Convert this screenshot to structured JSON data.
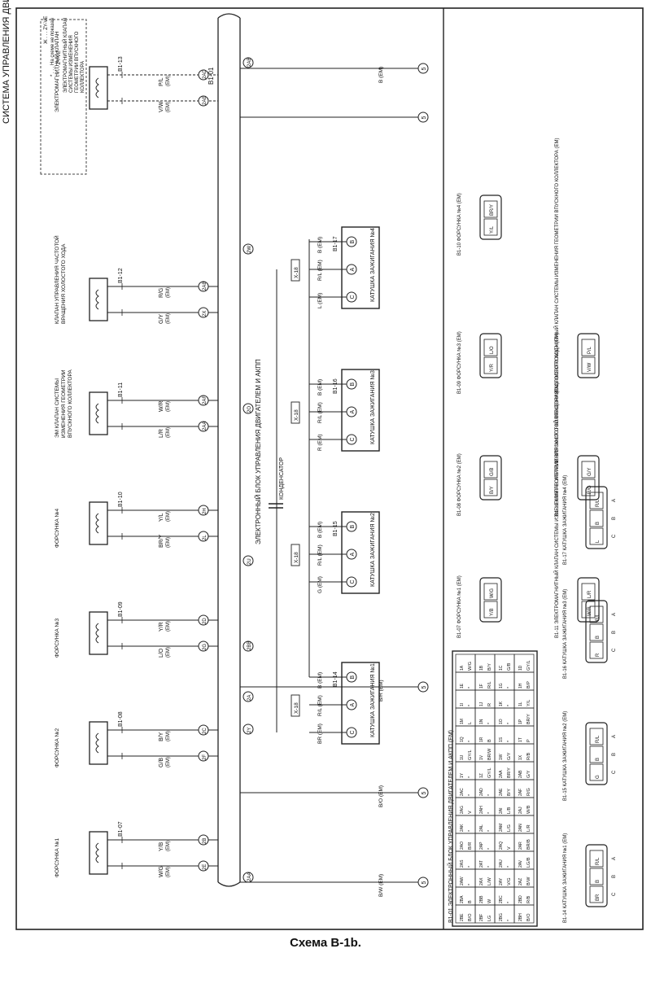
{
  "page": {
    "title": "СИСТЕМА УПРАВЛЕНИЯ ДВИГАТЕЛЕМ И АКПП",
    "caption": "Схема B-1b."
  },
  "ecu": {
    "label": "ЭЛЕКТРОННЫЙ БЛОК УПРАВЛЕНИЯ ДВИГАТЕЛЕМ И АКПП",
    "connector_id": "B1-01",
    "connector_id_right": "B1-01"
  },
  "legend": {
    "line1": "Ж . . . ZY-VE",
    "line2": "* . . . На схеме не показан",
    "line3": "- - - - ZY-VE",
    "line4": "ЭЛЕКТРОМАГНИТНЫЙ КЛАПАН",
    "line5": "СИСТЕМЫ ИЗМЕНЕНИЯ",
    "line6": "ГЕОМЕТРИИ ВПУСКНОГО",
    "line7": "КОЛЛЕКТОРА"
  },
  "components": [
    {
      "name": "ФОРСУНКА №1",
      "conn": "B1-07",
      "w1": "W/G",
      "w1s": "(EM)",
      "w2": "Y/B",
      "w2s": "(EM)",
      "p1": "2E",
      "p2": "2B"
    },
    {
      "name": "ФОРСУНКА №2",
      "conn": "B1-08",
      "w1": "G/B",
      "w1s": "(EM)",
      "w2": "B/Y",
      "w2s": "(EM)",
      "p1": "2F",
      "p2": "2C"
    },
    {
      "name": "ФОРСУНКА №3",
      "conn": "B1-09",
      "w1": "L/O",
      "w1s": "(EM)",
      "w2": "Y/R",
      "w2s": "(EM)",
      "p1": "2G",
      "p2": "2D"
    },
    {
      "name": "ФОРСУНКА №4",
      "conn": "B1-10",
      "w1": "BR/Y",
      "w1s": "(EM)",
      "w2": "Y/L",
      "w2s": "(EM)",
      "p1": "2L",
      "p2": "2H"
    },
    {
      "name": "ЭМ КЛАПАН СИСТЕМЫ ИЗМЕНЕНИЯ ГЕОМЕТРИИ ВПУСКНОГО КОЛЛЕКТОРА",
      "conn": "B1-11",
      "w1": "L/R",
      "w1s": "(EM)",
      "w2": "W/R",
      "w2s": "(EM)",
      "p1": "2AA",
      "p2": "2AF"
    },
    {
      "name": "КЛАПАН УПРАВЛЕНИЯ ЧАСТОТОЙ ВРАЩЕНИЯ ХОЛОСТОГО ХОДА",
      "conn": "B1-12",
      "w1": "G/Y",
      "w1s": "(EM)",
      "w2": "R/G",
      "w2s": "(EM)",
      "p1": "2X",
      "p2": "2AB"
    },
    {
      "name": "ЭЛЕКТРОМАГНИТНЫЙ КЛАПАН",
      "conn": "B1-13",
      "w1": "V/W",
      "w1s": "(EM)",
      "w2": "P/L",
      "w2s": "(EM)",
      "p1": "2AE",
      "p2": "2AD"
    }
  ],
  "coils": [
    {
      "name": "КАТУШКА ЗАЖИГАНИЯ №1",
      "conn": "B1-14",
      "c": "C",
      "a": "A",
      "b": "B",
      "wc": "BR (EM)",
      "wa": "R/L (EM)",
      "wb": "B (EM)"
    },
    {
      "name": "КАТУШКА ЗАЖИГАНИЯ №2",
      "conn": "B1-15",
      "c": "C",
      "a": "A",
      "b": "B",
      "wc": "G (EM)",
      "wa": "R/L (EM)",
      "wb": "B (EM)"
    },
    {
      "name": "КАТУШКА ЗАЖИГАНИЯ №3",
      "conn": "B1-16",
      "c": "C",
      "a": "A",
      "b": "B",
      "wc": "R (EM)",
      "wa": "R/L (EM)",
      "wb": "B (EM)"
    },
    {
      "name": "КАТУШКА ЗАЖИГАНИЯ №4",
      "conn": "B1-17",
      "c": "C",
      "a": "A",
      "b": "B",
      "wc": "L (EM)",
      "wa": "R/L (EM)",
      "wb": "B (EM)"
    }
  ],
  "ecu_pins": {
    "p2y": "2Y",
    "p2a": "2A",
    "p2u": "2U",
    "p2o": "2O",
    "p2w": "2W",
    "p2ab2": "2AB",
    "p2aa2": "2AA",
    "p2bb": "2BB"
  },
  "grounds": [
    {
      "label": "5",
      "wire": "B/W (EM)",
      "pin": "2AA"
    },
    {
      "label": "5",
      "wire": "B/O (EM)",
      "pin": "2BB"
    },
    {
      "label": "5",
      "wire": "B/R (EM)",
      "pin": "2BB"
    },
    {
      "label": "5",
      "wire": "",
      "pin": ""
    },
    {
      "label": "5",
      "wire": "B (EM)",
      "pin": ""
    }
  ],
  "junctions": {
    "x18": "X-18",
    "capacitor": "КОНДЕНСАТОР"
  },
  "lower": {
    "ecu_view_title": "B1-01 ЭЛЕКТРОННЫЙ БЛОК УПРАВЛЕНИЯ ДВИГАТЕЛЕМ И АКПП (EM)",
    "cells": [
      {
        "title": "B1-07 ФОРСУНКА №1 (EM)",
        "pins": [
          "Y/B",
          "W/G"
        ]
      },
      {
        "title": "B1-08 ФОРСУНКА №2 (EM)",
        "pins": [
          "B/Y",
          "G/B"
        ]
      },
      {
        "title": "B1-09 ФОРСУНКА №3 (EM)",
        "pins": [
          "Y/R",
          "L/O"
        ]
      },
      {
        "title": "B1-10 ФОРСУНКА №4 (EM)",
        "pins": [
          "Y/L",
          "BR/Y"
        ]
      },
      {
        "title": "B1-11 ЭЛЕКТРОМАГНИТНЫЙ КЛАПАН СИСТЕМЫ ИЗМЕНЕНИЯ ГЕОМЕТРИИ ВПУСКНОГО КОЛЛЕКТОРА (EM)",
        "pins": [
          "W/R",
          "L/R"
        ]
      },
      {
        "title": "B1-12 КЛАПАН УПРАВЛЕНИЯ ЧАСТОТОЙ ВРАЩЕНИЯ ХОЛОСТОГО ХОДА (EM)",
        "pins": [
          "R/G",
          "G/Y"
        ]
      },
      {
        "title": "B1-13 ЭЛЕКТРОМАГНИТНЫЙ КЛАПАН СИСТЕМЫ ИЗМЕНЕНИЯ ГЕОМЕТРИИ ВПУСКНОГО КОЛЛЕКТОРА (EM)",
        "pins": [
          "V/W",
          "P/L"
        ]
      },
      {
        "title": "B1-14 КАТУШКА ЗАЖИГАНИЯ №1 (EM)",
        "pins": [
          "BR",
          "B",
          "R/L"
        ],
        "letters": [
          "C",
          "B",
          "A"
        ]
      },
      {
        "title": "B1-15 КАТУШКА ЗАЖИГАНИЯ №2 (EM)",
        "pins": [
          "G",
          "B",
          "R/L"
        ],
        "letters": [
          "C",
          "B",
          "A"
        ]
      },
      {
        "title": "B1-16 КАТУШКА ЗАЖИГАНИЯ №3 (EM)",
        "pins": [
          "R",
          "B",
          "R/L"
        ],
        "letters": [
          "C",
          "B",
          "A"
        ]
      },
      {
        "title": "B1-17 КАТУШКА ЗАЖИГАНИЯ №4 (EM)",
        "pins": [
          "L",
          "B",
          "R/L"
        ],
        "letters": [
          "C",
          "B",
          "A"
        ]
      }
    ],
    "grid_rows": [
      [
        "2BE B/O",
        "2BA B",
        "2AW *",
        "2AS *",
        "2AO B/R",
        "2AK *",
        "2AG V",
        "2AC *",
        "1Y *",
        "1U GY/L",
        "1Q *",
        "1M L",
        "1I *",
        "1E *",
        "1A W/G"
      ],
      [
        "2BF LG",
        "2BB W",
        "2AX L/W",
        "2AT *",
        "2AP *",
        "2AL *",
        "2AH *",
        "2AD *",
        "1Z GY/L",
        "1V BR/W",
        "1R B",
        "1N *",
        "1J R",
        "1F R/L",
        "1B B/Y"
      ],
      [
        "2BG *",
        "2BC *",
        "2AY V/G",
        "2AU *",
        "2AQ V",
        "2AM L/G",
        "2AI L/B",
        "2AE B/Y",
        "2AA BR/Y",
        "1W G/Y",
        "1S *",
        "1O *",
        "1K *",
        "1G *",
        "1C G/B"
      ],
      [
        "2BH B/O",
        "2BD R/B",
        "2AZ B/W",
        "2AV LG/B",
        "2AR BR/B",
        "2AN L/R",
        "2AJ W/B",
        "2AF R/G",
        "2AB G/Y",
        "1X R/B",
        "1T P",
        "1P BR/Y",
        "1L Y/L",
        "1H B/P",
        "1D GY/L"
      ]
    ]
  }
}
